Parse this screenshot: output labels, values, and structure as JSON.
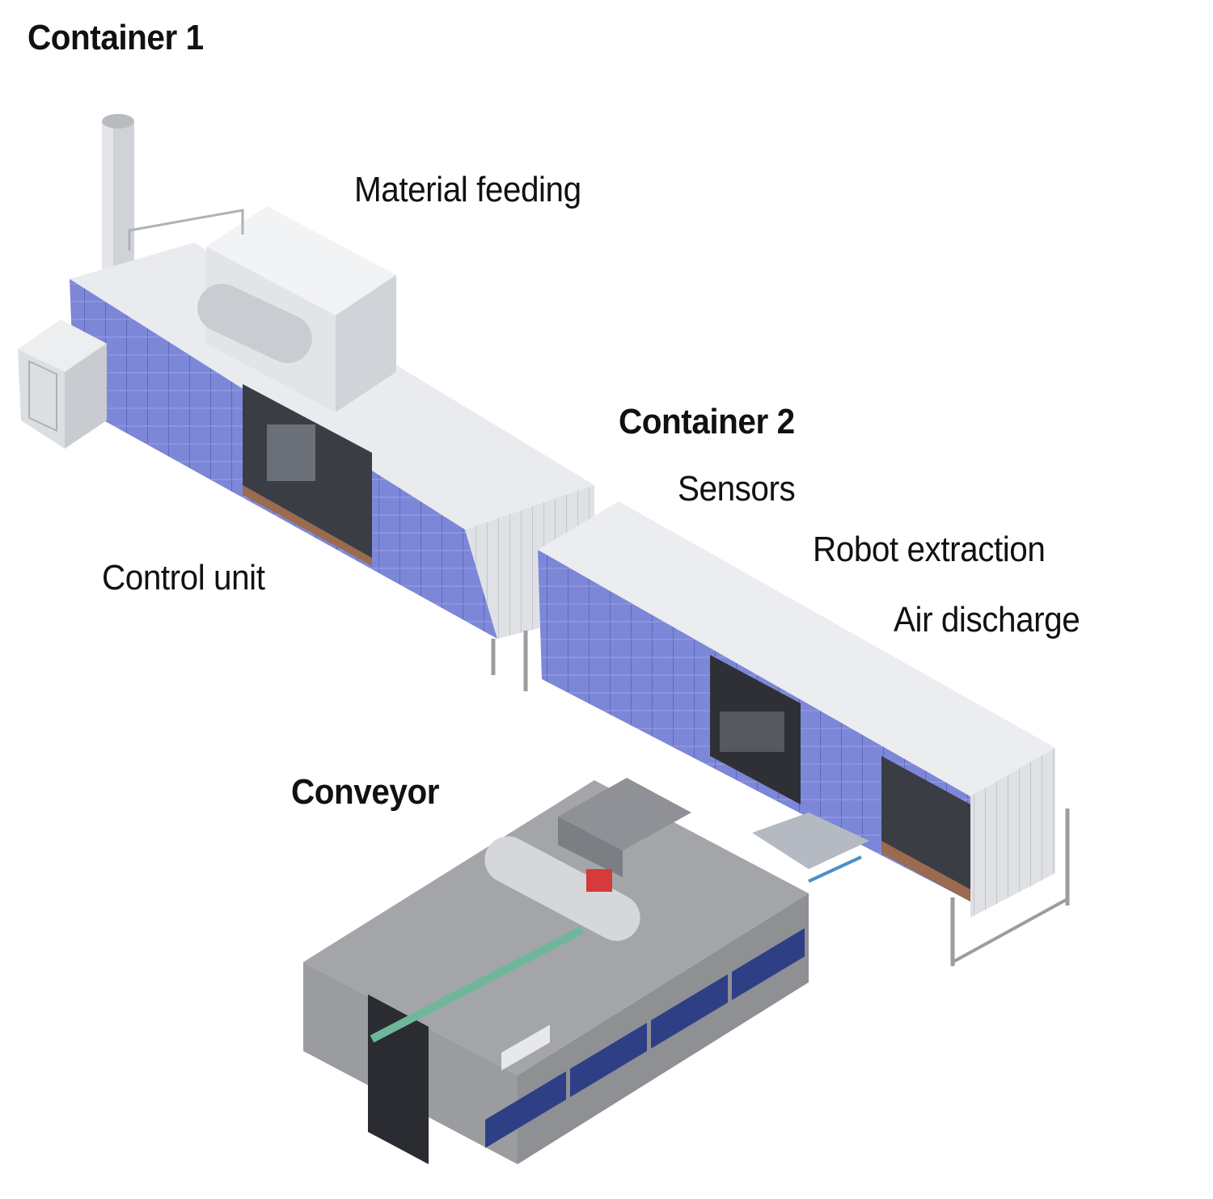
{
  "labels": {
    "container_1": "Container 1",
    "material_feeding": "Material feeding",
    "control_unit": "Control unit",
    "container_2": "Container 2",
    "sensors": "Sensors",
    "robot_extraction": "Robot extraction",
    "air_discharge": "Air discharge",
    "conveyor": "Conveyor"
  },
  "colors": {
    "container_panel": "#7d87d8",
    "container_roof": "#e9ebef",
    "conveyor_body": "#9c9ea2",
    "floor": "#9a6b4e",
    "accent_red": "#d63a3a",
    "accent_blue": "#4c8fc8"
  }
}
